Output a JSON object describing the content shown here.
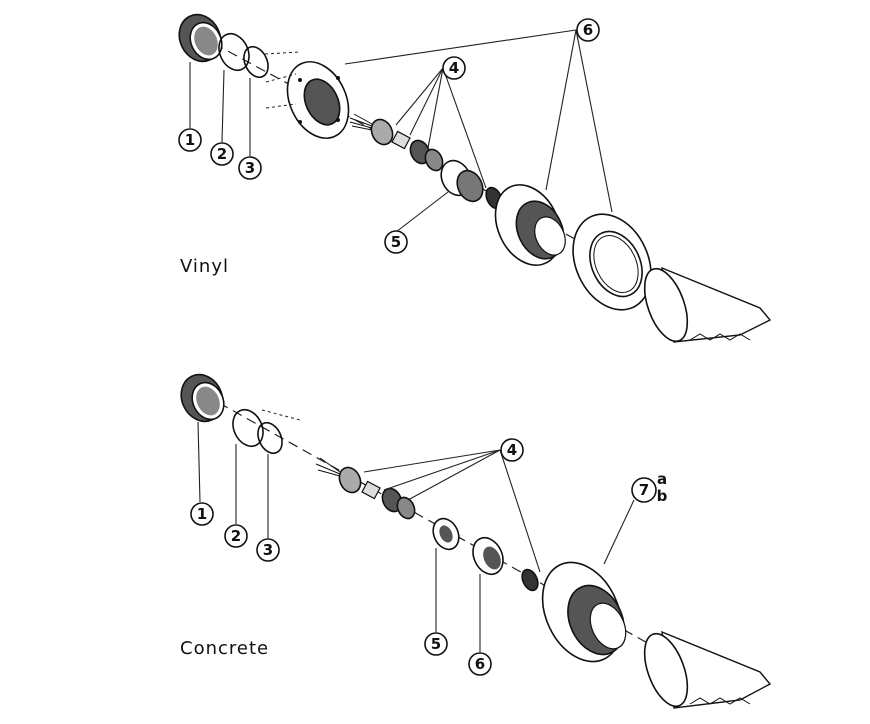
{
  "sections": {
    "vinyl": {
      "label": "Vinyl",
      "callouts": [
        "1",
        "2",
        "3",
        "4",
        "5",
        "6"
      ]
    },
    "concrete": {
      "label": "Concrete",
      "callouts": [
        "1",
        "2",
        "3",
        "4",
        "5",
        "6",
        "7"
      ],
      "sub_labels": [
        "a",
        "b"
      ]
    }
  },
  "colors": {
    "ink": "#111111",
    "paper": "#ffffff",
    "shade": "#6a6a6a"
  }
}
